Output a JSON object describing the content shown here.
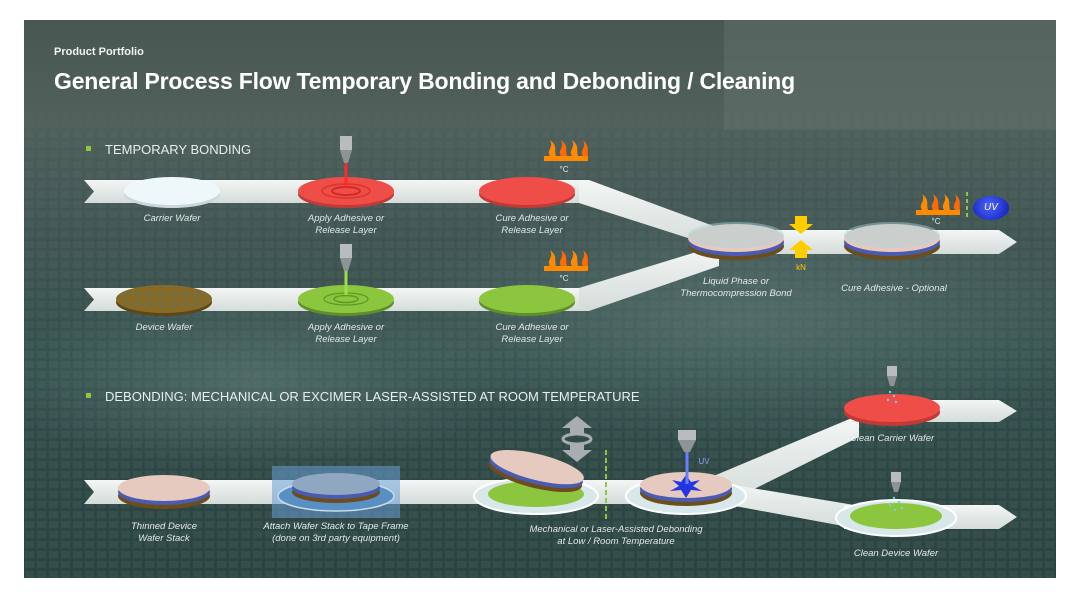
{
  "header": {
    "kicker": "Product Portfolio",
    "title": "General Process Flow Temporary Bonding and Debonding / Cleaning"
  },
  "sections": {
    "bonding": "TEMPORARY BONDING",
    "debonding": "DEBONDING: MECHANICAL OR EXCIMER LASER-ASSISTED AT ROOM TEMPERATURE"
  },
  "steps": {
    "carrier_wafer": "Carrier Wafer",
    "apply_top": [
      "Apply Adhesive or",
      "Release Layer"
    ],
    "cure_top": [
      "Cure Adhesive or",
      "Release Layer"
    ],
    "device_wafer": "Device Wafer",
    "apply_bottom": [
      "Apply Adhesive or",
      "Release Layer"
    ],
    "cure_bottom": [
      "Cure Adhesive or",
      "Release Layer"
    ],
    "bond": [
      "Liquid Phase or",
      "Thermocompression Bond"
    ],
    "cure_optional": "Cure Adhesive - Optional",
    "thinned": [
      "Thinned Device",
      "Wafer Stack"
    ],
    "attach": [
      "Attach Wafer Stack to Tape Frame",
      "(done on 3rd party equipment)"
    ],
    "debond": [
      "Mechanical or Laser-Assisted Debonding",
      "at Low / Room Temperature"
    ],
    "clean_carrier": "Clean Carrier Wafer",
    "clean_device": "Clean Device Wafer"
  },
  "markers": {
    "heat_unit": "°C",
    "force_unit": "kN",
    "uv_badge": "UV",
    "uv_beam": "UV"
  },
  "colors": {
    "track": "#e6ecea",
    "carrier_wafer": "#eef8fb",
    "adhesive_red": "#ef4d48",
    "device_wafer": "#8a6a22",
    "adhesive_green": "#8cc63f",
    "stack_top": "#e6c9bf",
    "tape_frame": "#5a8fc4",
    "uv_blue": "#2436e0",
    "heat_orange": "#ff8a00",
    "accent_green": "#8dc63f"
  }
}
